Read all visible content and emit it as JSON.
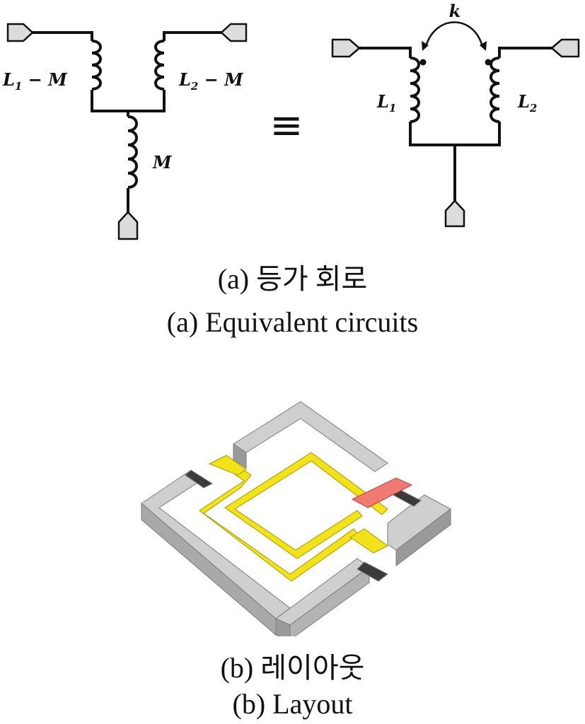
{
  "figure_a": {
    "t_network": {
      "labels": {
        "L1": {
          "base": "L",
          "sub": "1",
          "rest": " − M"
        },
        "L2": {
          "base": "L",
          "sub": "2",
          "rest": " − M"
        },
        "M": "M"
      }
    },
    "equivalence_symbol": "≡",
    "coupled": {
      "coupling": "k",
      "labels": {
        "L1": {
          "base": "L",
          "sub": "1"
        },
        "L2": {
          "base": "L",
          "sub": "2"
        }
      }
    },
    "caption_ko": "(a) 등가 회로",
    "caption_en": "(a) Equivalent circuits"
  },
  "figure_b": {
    "colors": {
      "frame": "#bdbdbd",
      "frame_dark": "#8c8c8c",
      "coil": "#f2e21a",
      "coil_dark": "#b8a800",
      "bridge": "#f07a72"
    },
    "caption_ko": "(b) 레이아웃",
    "caption_en": "(b) Layout"
  }
}
